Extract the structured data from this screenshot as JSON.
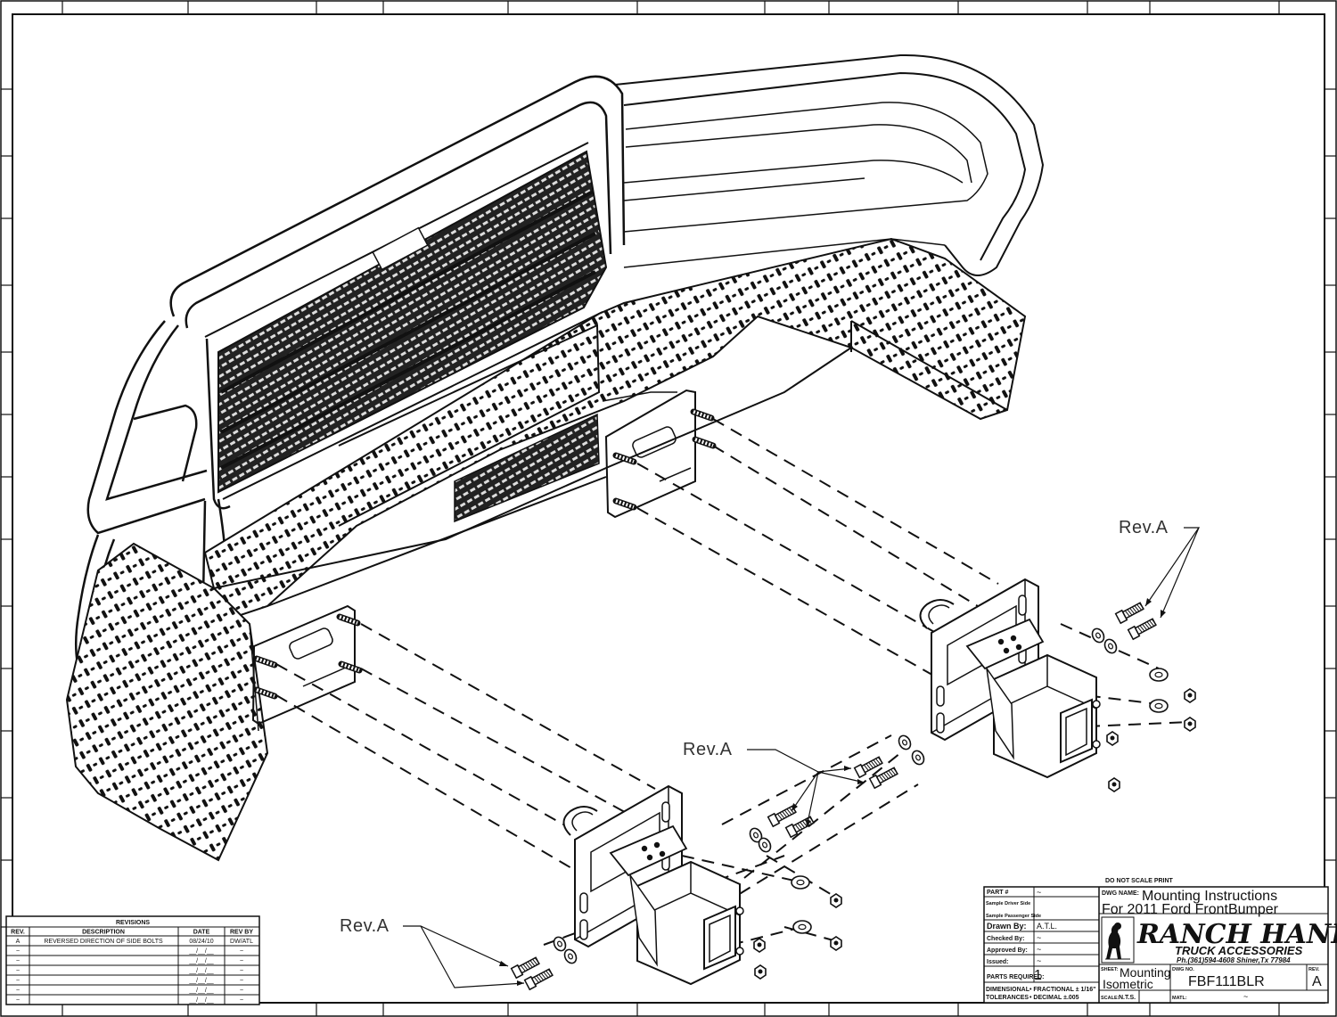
{
  "callouts": {
    "rev_a_1": "Rev.A",
    "rev_a_2": "Rev.A",
    "rev_a_3": "Rev.A"
  },
  "revisions": {
    "title": "REVISIONS",
    "headers": [
      "REV.",
      "DESCRIPTION",
      "DATE",
      "REV BY"
    ],
    "rows": [
      [
        "A",
        "REVERSED DIRECTION OF SIDE BOLTS",
        "08/24/10",
        "DW/ATL"
      ],
      [
        "~",
        "",
        "__/__/__",
        "~"
      ],
      [
        "~",
        "",
        "__/__/__",
        "~"
      ],
      [
        "~",
        "",
        "__/__/__",
        "~"
      ],
      [
        "~",
        "",
        "__/__/__",
        "~"
      ],
      [
        "~",
        "",
        "__/__/__",
        "~"
      ],
      [
        "~",
        "",
        "__/__/__",
        "~"
      ]
    ]
  },
  "title_block": {
    "do_not_scale": "DO NOT SCALE PRINT",
    "part_label": "PART #",
    "part_value": "~",
    "sample_driver": "Sample Driver Side",
    "sample_passenger": "Sample Passenger Side",
    "drawn_by_label": "Drawn By:",
    "drawn_by_value": "A.T.L.",
    "checked_by_label": "Checked By:",
    "checked_by_value": "~",
    "approved_by_label": "Approved By:",
    "approved_by_value": "~",
    "issued_label": "Issued:",
    "issued_value": "~",
    "parts_required_label": "PARTS REQUIRED:",
    "parts_required_value": "1",
    "dimensional_label": "DIMENSIONAL",
    "tolerances_label": "TOLERANCES",
    "fractional": "• FRACTIONAL ± 1/16\"",
    "decimal": "• DECIMAL ±.005",
    "dwg_name_label": "DWG NAME:",
    "dwg_name_line1": "Mounting Instructions",
    "dwg_name_line2": "For 2011 Ford FrontBumper",
    "sheet_label": "SHEET:",
    "sheet_line1": "Mounting",
    "sheet_line2": "Isometric",
    "dwg_no_label": "DWG NO.",
    "dwg_no_value": "FBF111BLR",
    "rev_label": "REV.",
    "rev_value": "A",
    "scale_label": "SCALE:",
    "scale_value": "N.T.S.",
    "matl_label": "MATL:",
    "matl_value": "~",
    "logo_main": "RANCH HAND",
    "logo_sub": "TRUCK ACCESSORIES",
    "logo_phone": "Ph.(361)594-4608 Shiner,Tx 77984"
  }
}
